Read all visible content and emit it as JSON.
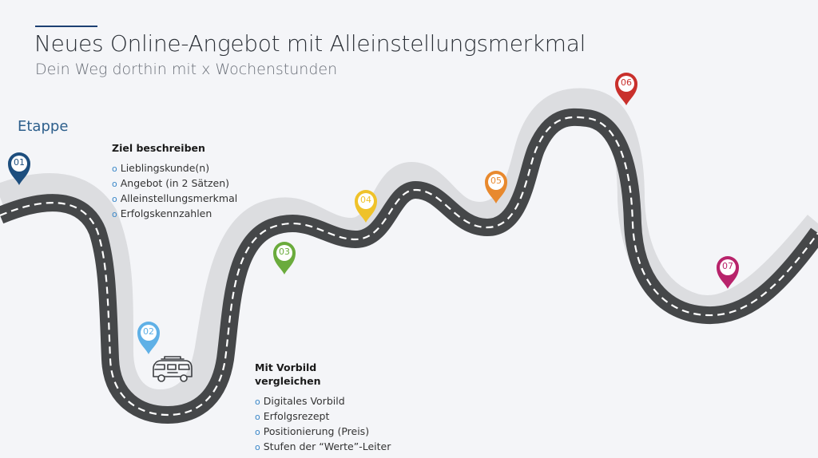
{
  "header": {
    "title": "Neues Online-Angebot mit Alleinstellungsmerkmal",
    "subtitle": "Dein Weg dorthin mit x Wochenstunden"
  },
  "etappe_label": "Etappe",
  "pins": [
    {
      "number": "01",
      "color": "#1d4e7e"
    },
    {
      "number": "02",
      "color": "#5fb0e6"
    },
    {
      "number": "03",
      "color": "#6aab3c"
    },
    {
      "number": "04",
      "color": "#efc22a"
    },
    {
      "number": "05",
      "color": "#e8892e"
    },
    {
      "number": "06",
      "color": "#c9302c"
    },
    {
      "number": "07",
      "color": "#b8236b"
    }
  ],
  "stages": [
    {
      "heading": "Ziel beschreiben",
      "items": [
        "Lieblingskunde(n)",
        "Angebot (in 2 Sätzen)",
        "Alleinstellungsmerkmal",
        "Erfolgskennzahlen"
      ]
    },
    {
      "heading": "Mit Vorbild vergleichen",
      "items": [
        "Digitales Vorbild",
        "Erfolgsrezept",
        "Positionierung (Preis)",
        "Stufen der “Werte”-Leiter"
      ]
    }
  ],
  "bullet_symbol": "o",
  "icons": {
    "van": "campervan-icon",
    "pin": "map-pin-icon"
  },
  "colors": {
    "road": "#454749",
    "road_shadow": "#dcdde0",
    "road_line": "#ffffff",
    "accent": "#1c3f73"
  }
}
